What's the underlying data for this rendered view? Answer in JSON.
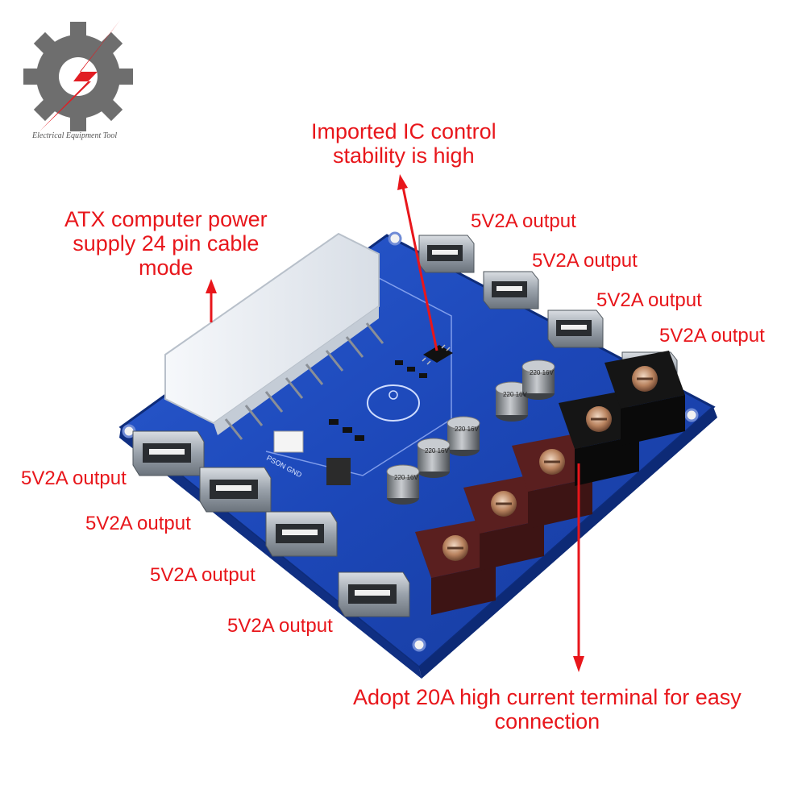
{
  "logo": {
    "tagline": "Electrical Equipment Tool",
    "icon": "gear-bolt-icon"
  },
  "callouts": {
    "ic": "Imported IC control\nstability is high",
    "atx": "ATX computer power\nsupply 24 pin cable\nmode",
    "terminal": "Adopt 20A high current terminal for easy\nconnection"
  },
  "usb_ports": {
    "right": [
      "5V2A output",
      "5V2A output",
      "5V2A output",
      "5V2A output"
    ],
    "left": [
      "5V2A output",
      "5V2A output",
      "5V2A output",
      "5V2A output"
    ]
  },
  "board_silkscreen": {
    "connector_label": "PSON GND",
    "cap_labels": [
      "220 16V",
      "220 16V",
      "220 16V",
      "220 16V",
      "220 16V"
    ]
  },
  "colors": {
    "annotation": "#e8161b",
    "pcb": "#1c47b8",
    "terminal_black": "#151515",
    "terminal_red": "#5a1f1f",
    "connector": "#eef2f6"
  }
}
